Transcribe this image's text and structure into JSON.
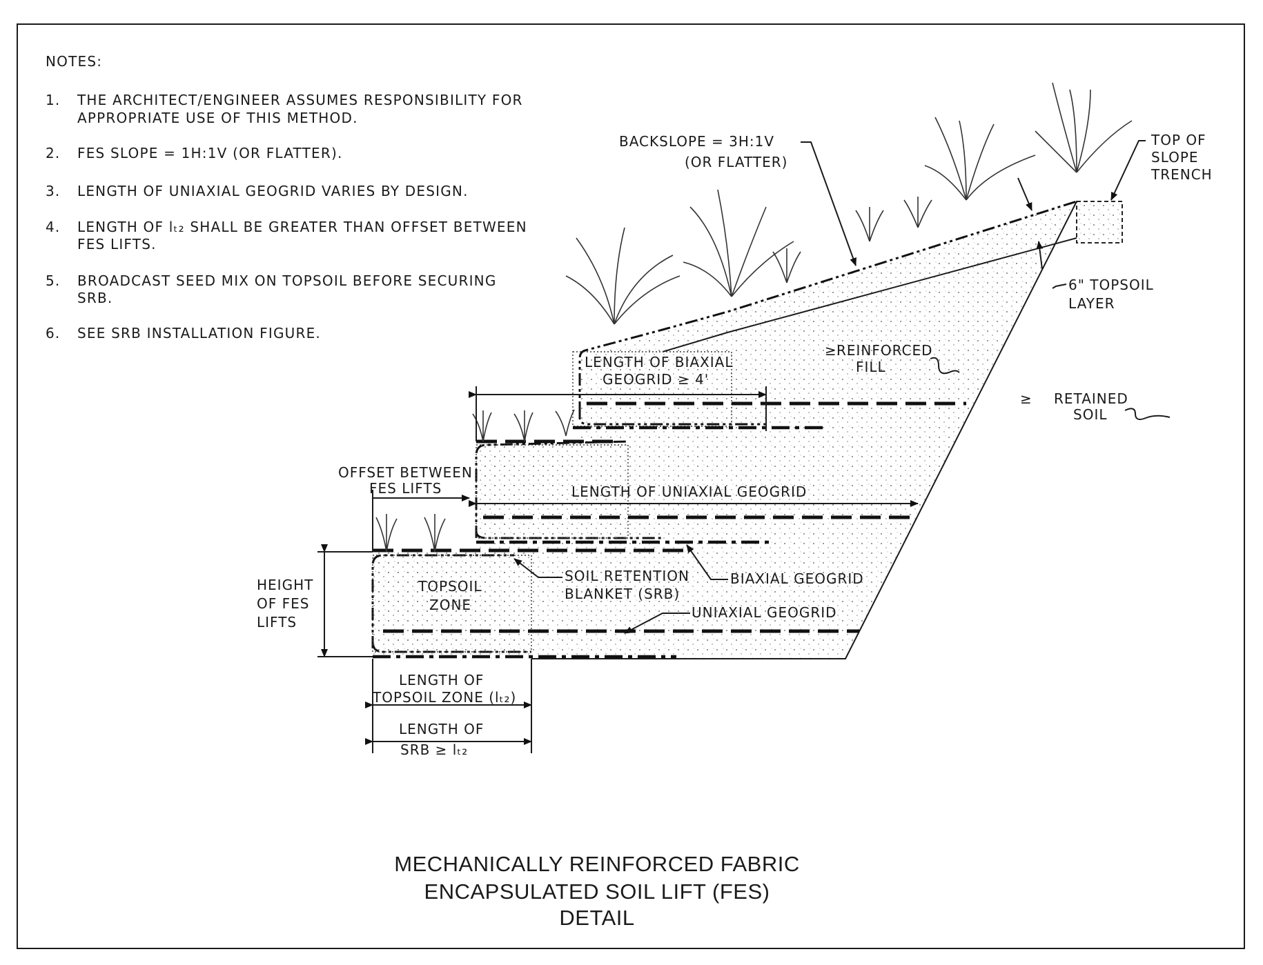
{
  "notes": {
    "heading": "NOTES:",
    "items": [
      {
        "num": "1.",
        "lines": [
          "THE ARCHITECT/ENGINEER ASSUMES RESPONSIBILITY FOR",
          "APPROPRIATE USE OF THIS METHOD."
        ]
      },
      {
        "num": "2.",
        "lines": [
          "FES SLOPE = 1H:1V (OR FLATTER)."
        ]
      },
      {
        "num": "3.",
        "lines": [
          "LENGTH OF UNIAXIAL GEOGRID VARIES BY DESIGN."
        ]
      },
      {
        "num": "4.",
        "lines": [
          "LENGTH OF lₜ₂ SHALL BE GREATER THAN OFFSET BETWEEN",
          "FES LIFTS."
        ]
      },
      {
        "num": "5.",
        "lines": [
          "BROADCAST SEED MIX ON TOPSOIL BEFORE SECURING",
          "SRB."
        ]
      },
      {
        "num": "6.",
        "lines": [
          "SEE SRB INSTALLATION FIGURE."
        ]
      }
    ]
  },
  "labels": {
    "backslope": [
      "BACKSLOPE = 3H:1V",
      "(OR FLATTER)"
    ],
    "top_of_slope_trench": [
      "TOP OF",
      "SLOPE",
      "TRENCH"
    ],
    "topsoil_layer": [
      "6\" TOPSOIL",
      "LAYER"
    ],
    "reinforced_fill": [
      "REINFORCED",
      "FILL"
    ],
    "retained_soil": [
      "RETAINED",
      "SOIL"
    ],
    "length_biaxial": [
      "LENGTH OF BIAXIAL",
      "GEOGRID ≥ 4'"
    ],
    "offset_between": [
      "OFFSET BETWEEN",
      "FES LIFTS"
    ],
    "length_uniaxial": "LENGTH OF UNIAXIAL GEOGRID",
    "height_fes": [
      "HEIGHT",
      "OF FES",
      "LIFTS"
    ],
    "topsoil_zone": [
      "TOPSOIL",
      "ZONE"
    ],
    "soil_retention": [
      "SOIL RETENTION",
      "BLANKET (SRB)"
    ],
    "biaxial_geogrid": "BIAXIAL GEOGRID",
    "uniaxial_geogrid": "UNIAXIAL GEOGRID",
    "length_topsoil_zone": [
      "LENGTH OF",
      "TOPSOIL ZONE (lₜ₂)"
    ],
    "length_srb": [
      "LENGTH OF",
      "SRB ≥ lₜ₂"
    ]
  },
  "title": [
    "MECHANICALLY REINFORCED FABRIC",
    "ENCAPSULATED SOIL LIFT (FES)",
    "DETAIL"
  ]
}
